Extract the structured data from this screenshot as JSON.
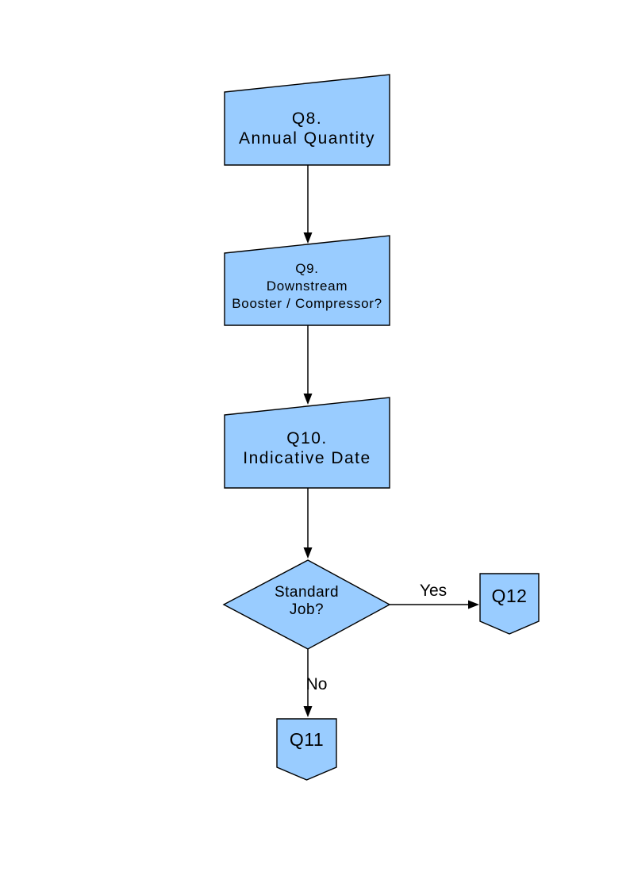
{
  "page": {
    "background": "#ffffff"
  },
  "colors": {
    "node_fill": "#99ccff",
    "node_stroke": "#000000",
    "connector": "#000000",
    "text": "#000000"
  },
  "nodes": {
    "q8": {
      "type": "manual-input",
      "line1": "Q8.",
      "line2": "Annual Quantity"
    },
    "q9": {
      "type": "manual-input",
      "line1": "Q9.",
      "line2": "Downstream",
      "line3": "Booster / Compressor?"
    },
    "q10": {
      "type": "manual-input",
      "line1": "Q10.",
      "line2": "Indicative Date"
    },
    "decision": {
      "type": "decision",
      "line1": "Standard",
      "line2": "Job?"
    },
    "q12": {
      "type": "off-page-connector",
      "label": "Q12"
    },
    "q11": {
      "type": "off-page-connector",
      "label": "Q11"
    }
  },
  "edges": {
    "q8_to_q9": {
      "label": ""
    },
    "q9_to_q10": {
      "label": ""
    },
    "q10_to_decision": {
      "label": ""
    },
    "decision_to_q12": {
      "label": "Yes"
    },
    "decision_to_q11": {
      "label": "No"
    }
  }
}
